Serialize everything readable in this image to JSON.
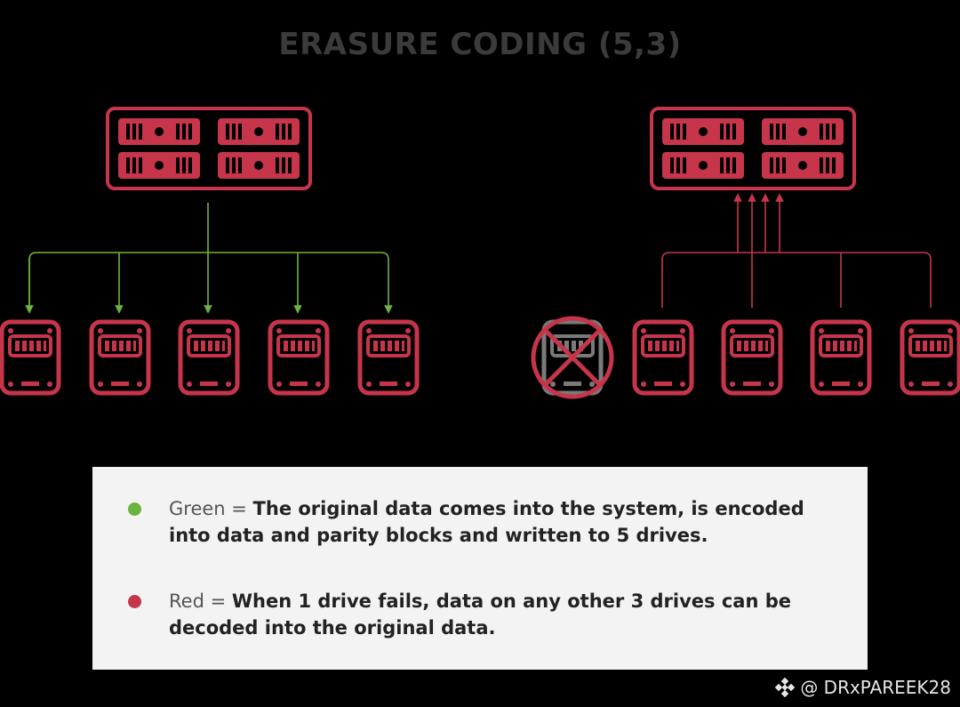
{
  "title": "ERASURE CODING (5,3)",
  "colors": {
    "red": "#c7354b",
    "green": "#6db33f",
    "grey": "#7a7a7a",
    "background": "#000000",
    "legend_background": "#f3f3f3"
  },
  "icons": {
    "server": "server-rack-icon",
    "drive": "hard-drive-icon",
    "failed_drive": "failed-drive-icon"
  },
  "diagram": {
    "left": {
      "description_key": "write-path",
      "drive_count": 5
    },
    "right": {
      "description_key": "read-path",
      "working_drive_count": 4,
      "failed_drive_count": 1
    }
  },
  "legend": {
    "green": {
      "prefix": "Green = ",
      "text": "The original data comes into the system, is encoded into data and parity blocks and written to 5 drives."
    },
    "red": {
      "prefix": "Red = ",
      "text": "When 1 drive fails, data on any other 3 drives can be decoded into the original data."
    }
  },
  "watermark": "@ DRxPAREEK28"
}
